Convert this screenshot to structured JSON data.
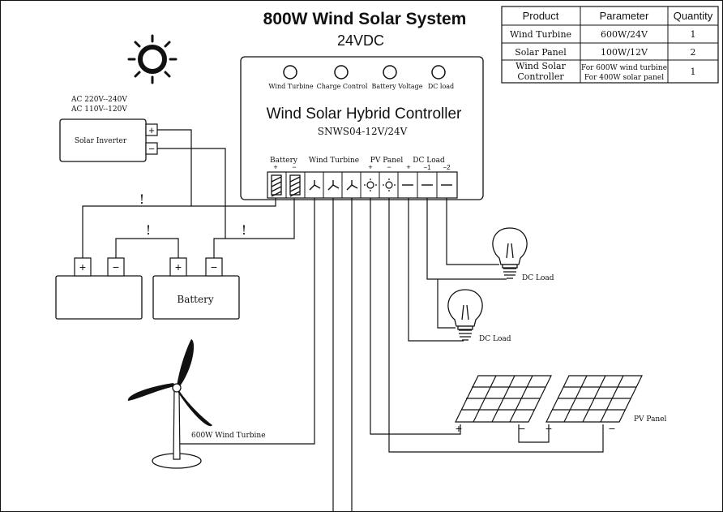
{
  "header": {
    "title": "800W  Wind  Solar System",
    "voltage": "24VDC"
  },
  "spec_table": {
    "headers": [
      "Product",
      "Parameter",
      "Quantity"
    ],
    "rows": [
      {
        "product": "Wind Turbine",
        "parameter": "600W/24V",
        "quantity": "1"
      },
      {
        "product": "Solar Panel",
        "parameter": "100W/12V",
        "quantity": "2"
      },
      {
        "product_line1": "Wind Solar",
        "product_line2": "Controller",
        "parameter_line1": "For 600W wind turbine",
        "parameter_line2": "For 400W solar panel",
        "quantity": "1"
      }
    ]
  },
  "controller": {
    "title": "Wind  Solar  Hybrid  Controller",
    "model": "SNWS04-12V/24V",
    "indicators": [
      "Wind Turbine",
      "Charge Control",
      "Battery Voltage",
      "DC load"
    ],
    "groups": {
      "battery": "Battery",
      "wind_turbine": "Wind  Turbine",
      "pv_panel": "PV  Panel",
      "dc_load": "DC  Load"
    },
    "polarity": {
      "battery_plus": "+",
      "battery_minus": "−",
      "pv_plus": "+",
      "pv_minus": "−",
      "dc_plus": "+",
      "dc_minus1": "−1",
      "dc_minus2": "−2"
    }
  },
  "inverter": {
    "label": "Solar Inverter",
    "ac_line1": "AC  220V--240V",
    "ac_line2": "AC  110V--120V",
    "plus": "+",
    "minus": "−"
  },
  "batteries": {
    "label": "Battery",
    "plus": "+",
    "minus": "−",
    "fuse_mark": "!"
  },
  "loads": [
    "DC Load",
    "DC Load"
  ],
  "wind_turbine_label": "600W Wind Turbine",
  "pv_panel_label": "PV Panel",
  "pv_signs": {
    "plus": "+",
    "minus": "−"
  }
}
